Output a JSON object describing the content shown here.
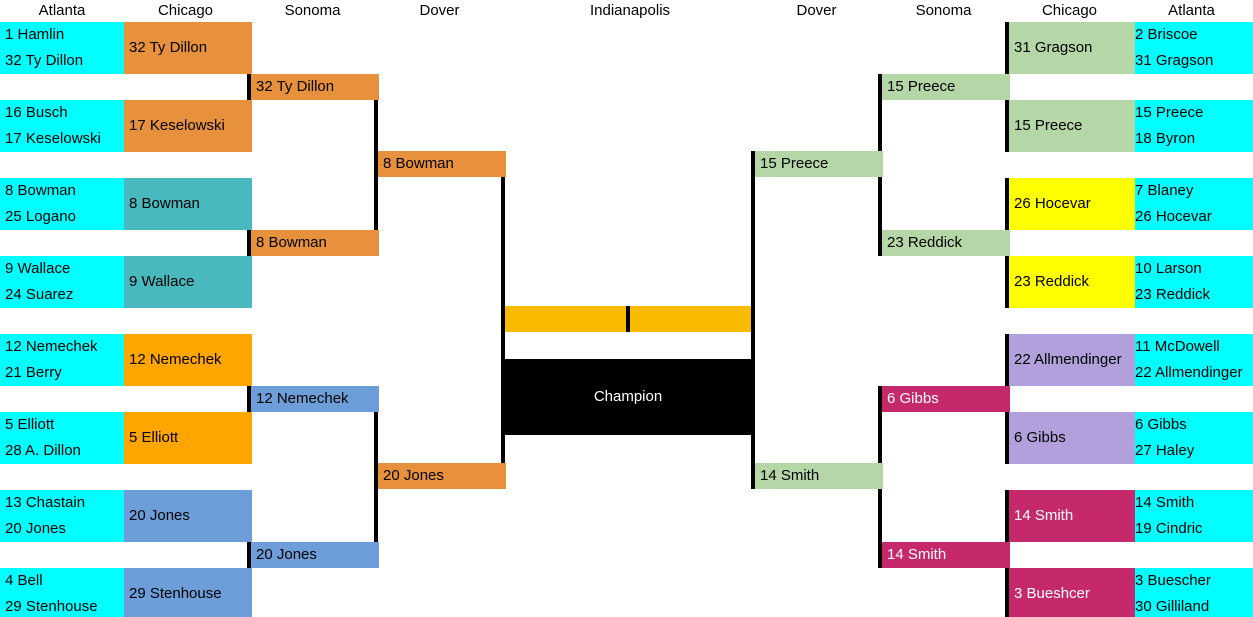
{
  "palette": {
    "cyan": "#00FFFF",
    "orange": "#E8913C",
    "bright_orange": "#FFA500",
    "teal": "#48B9BE",
    "blue": "#6D9EDA",
    "green": "#B5D6A6",
    "yellow": "#FFFF00",
    "purple": "#B2A0DC",
    "magenta": "#C5296B",
    "gold": "#F8BB00",
    "black": "#000000"
  },
  "headers": [
    "Atlanta",
    "Chicago",
    "Sonoma",
    "Dover",
    "Indianapolis",
    "Dover",
    "Sonoma",
    "Chicago",
    "Atlanta"
  ],
  "bracket": {
    "left": {
      "round1": [
        {
          "entry1": "1 Hamlin",
          "entry2": "32 Ty Dillon"
        },
        {
          "entry1": "16 Busch",
          "entry2": "17 Keselowski"
        },
        {
          "entry1": "8 Bowman",
          "entry2": "25 Logano"
        },
        {
          "entry1": "9 Wallace",
          "entry2": "24 Suarez"
        },
        {
          "entry1": "12 Nemechek",
          "entry2": "21 Berry"
        },
        {
          "entry1": "5 Elliott",
          "entry2": "28 A. Dillon"
        },
        {
          "entry1": "13 Chastain",
          "entry2": "20 Jones"
        },
        {
          "entry1": "4 Bell",
          "entry2": "29 Stenhouse"
        }
      ],
      "round2": [
        {
          "label": "32 Ty Dillon",
          "color": "orange"
        },
        {
          "label": "17 Keselowski",
          "color": "orange"
        },
        {
          "label": "8 Bowman",
          "color": "teal"
        },
        {
          "label": "9 Wallace",
          "color": "teal"
        },
        {
          "label": "12 Nemechek",
          "color": "bright_orange"
        },
        {
          "label": "5 Elliott",
          "color": "bright_orange"
        },
        {
          "label": "20 Jones",
          "color": "blue"
        },
        {
          "label": "29 Stenhouse",
          "color": "blue"
        }
      ],
      "round3": [
        {
          "label": "32 Ty Dillon",
          "color": "orange"
        },
        {
          "label": "8 Bowman",
          "color": "orange"
        },
        {
          "label": "12 Nemechek",
          "color": "blue"
        },
        {
          "label": "20 Jones",
          "color": "blue"
        }
      ],
      "round4": [
        {
          "label": "8 Bowman",
          "color": "orange"
        },
        {
          "label": "20 Jones",
          "color": "orange"
        }
      ]
    },
    "right": {
      "round1": [
        {
          "entry1": "2 Briscoe",
          "entry2": "31 Gragson"
        },
        {
          "entry1": "15 Preece",
          "entry2": "18 Byron"
        },
        {
          "entry1": "7 Blaney",
          "entry2": "26 Hocevar"
        },
        {
          "entry1": "10 Larson",
          "entry2": "23 Reddick"
        },
        {
          "entry1": "11 McDowell",
          "entry2": "22 Allmendinger"
        },
        {
          "entry1": "6 Gibbs",
          "entry2": "27 Haley"
        },
        {
          "entry1": "14 Smith",
          "entry2": "19 Cindric"
        },
        {
          "entry1": "3 Buescher",
          "entry2": "30 Gilliland"
        }
      ],
      "round2": [
        {
          "label": "31 Gragson",
          "color": "green"
        },
        {
          "label": "15 Preece",
          "color": "green"
        },
        {
          "label": "26 Hocevar",
          "color": "yellow"
        },
        {
          "label": "23 Reddick",
          "color": "yellow"
        },
        {
          "label": "22 Allmendinger",
          "color": "purple"
        },
        {
          "label": "6 Gibbs",
          "color": "purple"
        },
        {
          "label": "14 Smith",
          "color": "magenta",
          "white_text": true
        },
        {
          "label": "3 Bueshcer",
          "color": "magenta",
          "white_text": true
        }
      ],
      "round3": [
        {
          "label": "15 Preece",
          "color": "green"
        },
        {
          "label": "23 Reddick",
          "color": "green"
        },
        {
          "label": "6 Gibbs",
          "color": "magenta",
          "white_text": true
        },
        {
          "label": "14 Smith",
          "color": "magenta",
          "white_text": true
        }
      ],
      "round4": [
        {
          "label": "15 Preece",
          "color": "green"
        },
        {
          "label": "14 Smith",
          "color": "green"
        }
      ]
    },
    "champion": {
      "label": "Champion"
    }
  }
}
